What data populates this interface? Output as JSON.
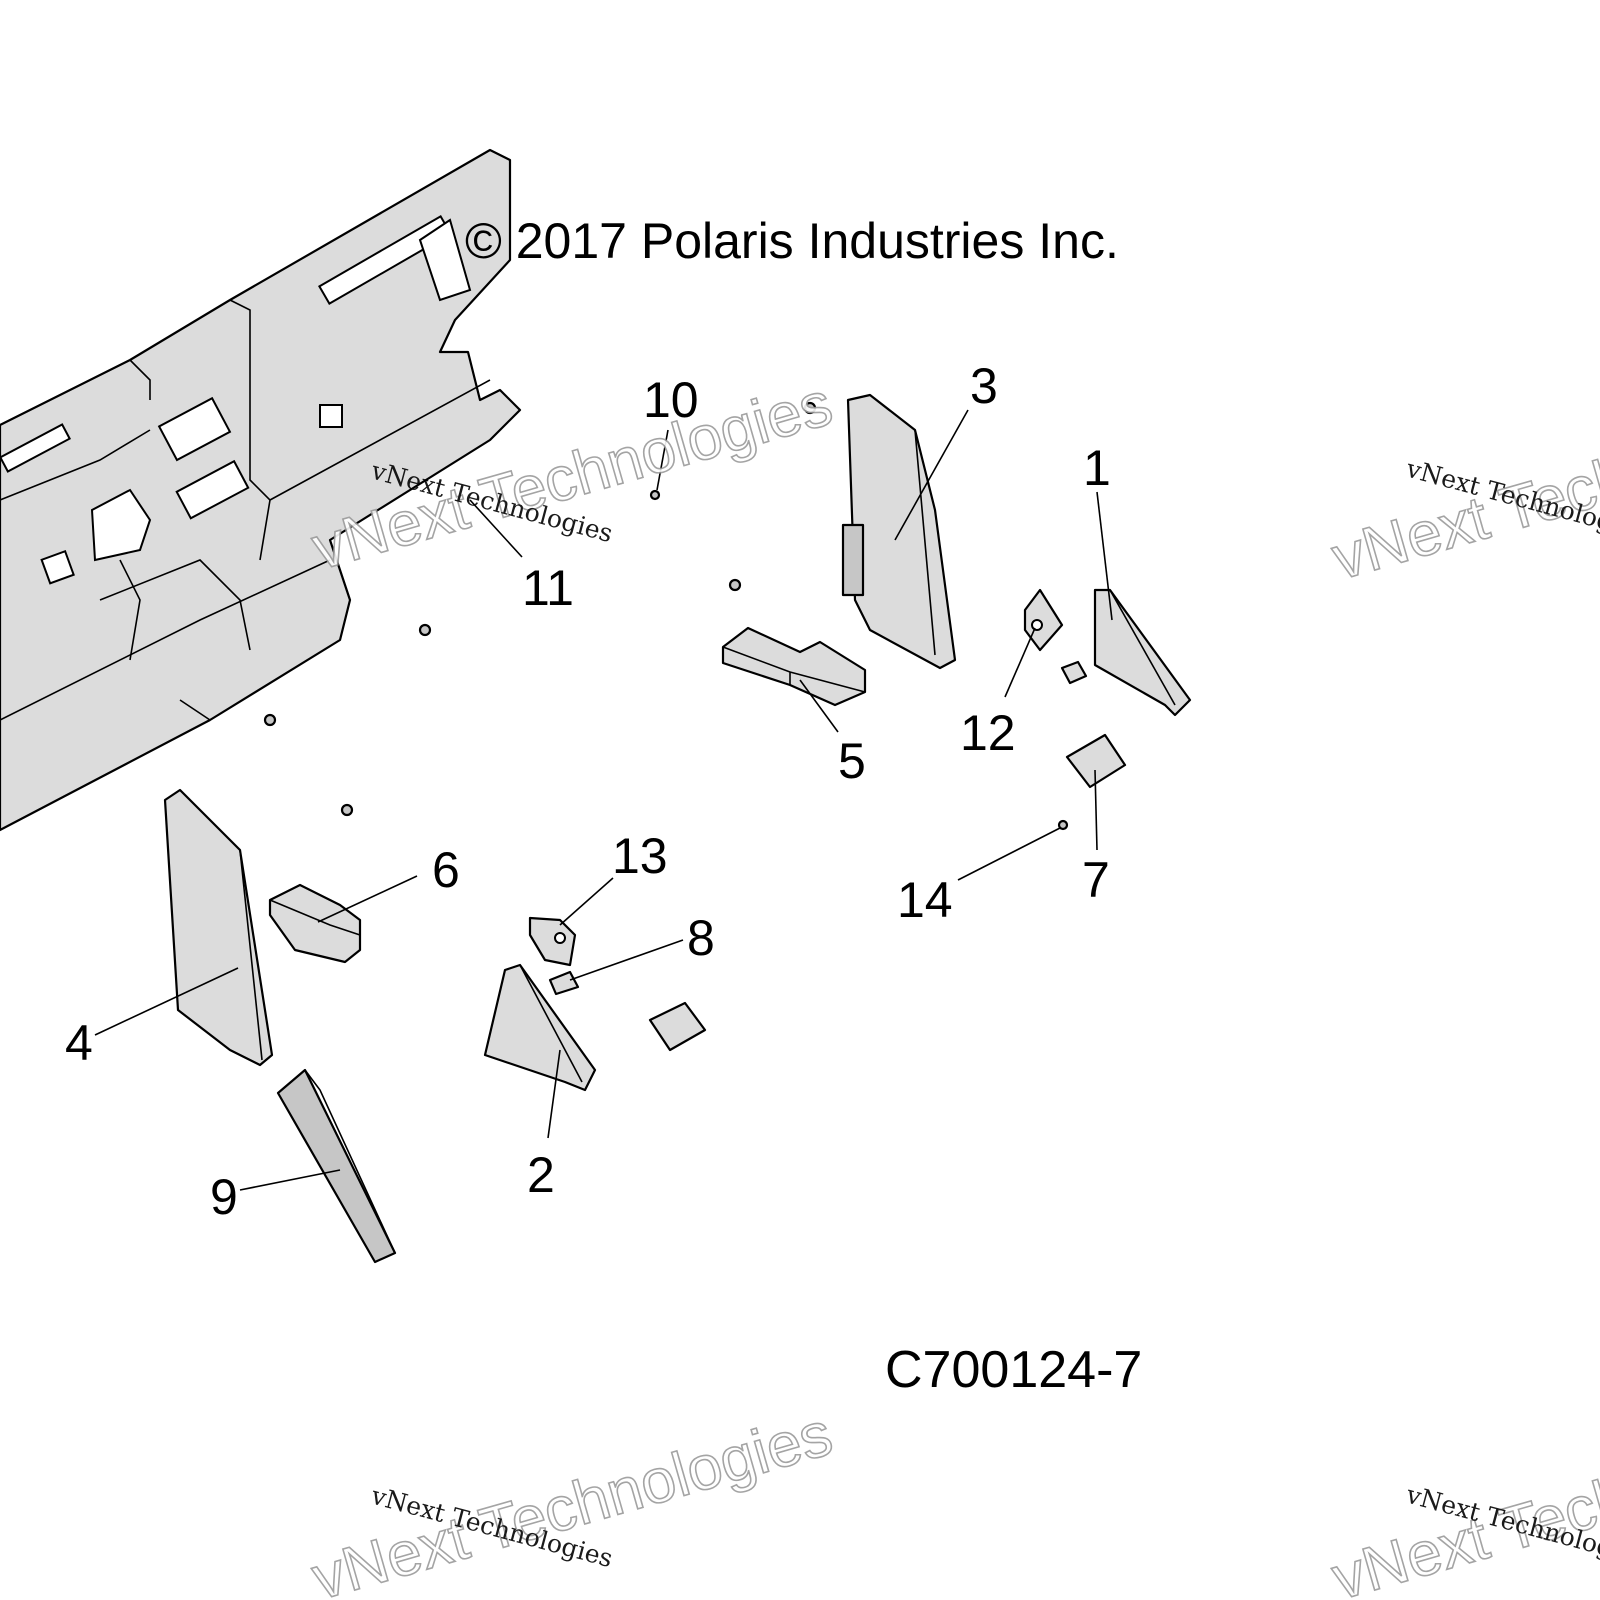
{
  "copyright": "© 2017 Polaris Industries Inc.",
  "diagram_code": "C700124-7",
  "watermark": {
    "line1": "vNext Technologies",
    "line2": "vNext Technologies"
  },
  "callouts": {
    "c1": "1",
    "c2": "2",
    "c3": "3",
    "c4": "4",
    "c5": "5",
    "c6": "6",
    "c7": "7",
    "c8": "8",
    "c9": "9",
    "c10": "10",
    "c11": "11",
    "c12": "12",
    "c13": "13",
    "c14": "14"
  }
}
